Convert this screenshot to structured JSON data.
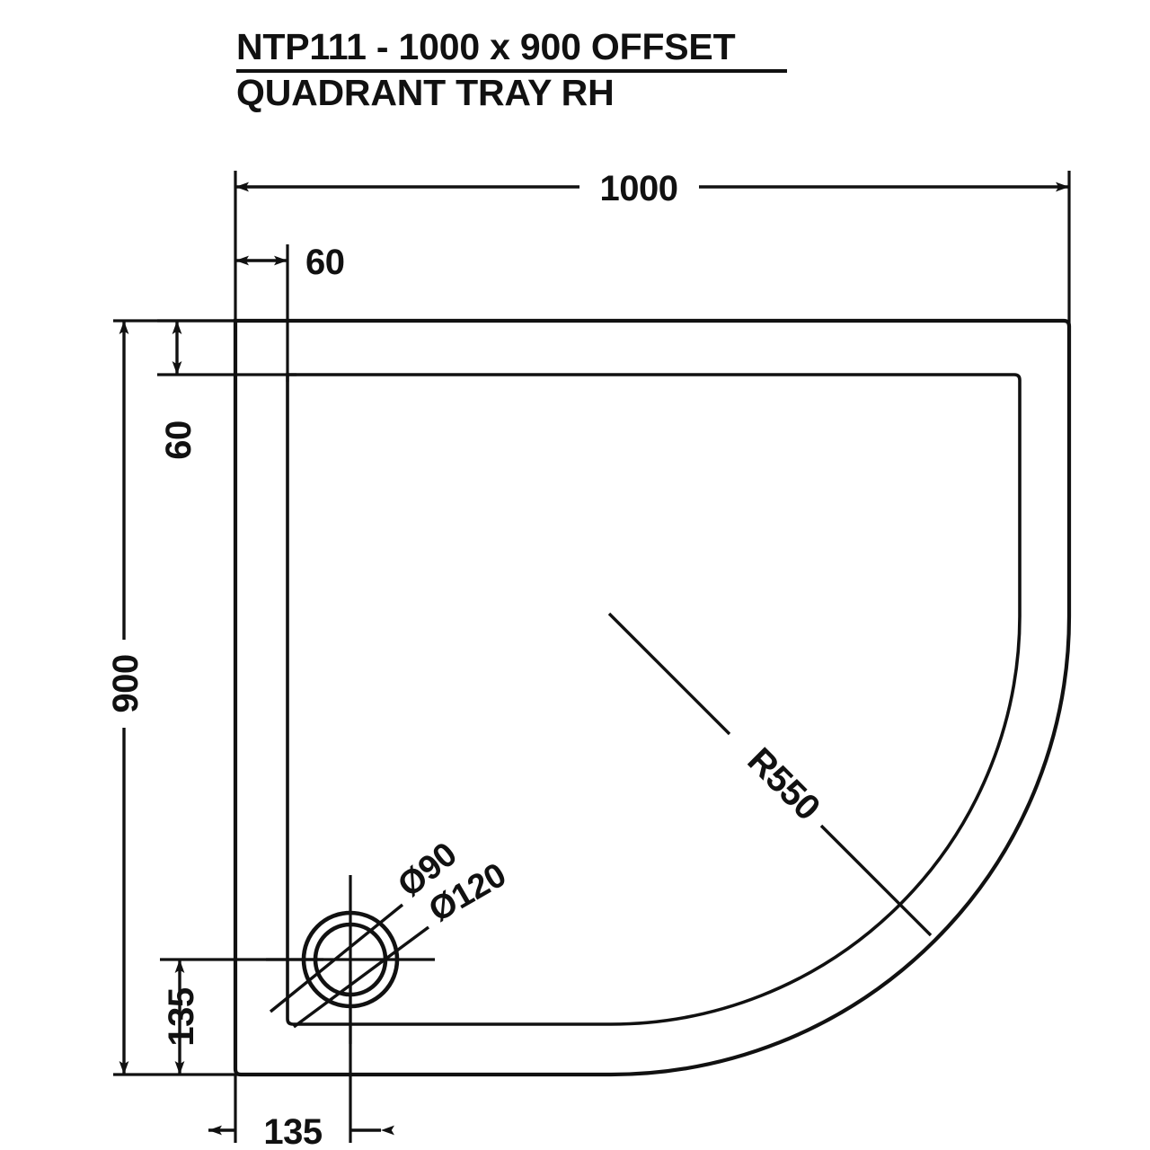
{
  "drawing": {
    "title_line1": "NTP111 - 1000 x 900 OFFSET",
    "title_line2": "QUADRANT TRAY RH",
    "line_color": "#111111",
    "background_color": "#ffffff",
    "dimensions": {
      "overall_width": "1000",
      "overall_height": "900",
      "lip_width_top": "60",
      "lip_width_left": "60",
      "waste_offset_vertical": "135",
      "waste_offset_horizontal": "135",
      "corner_radius": "R550",
      "waste_inner_diameter": "Ø90",
      "waste_outer_diameter": "Ø120"
    }
  }
}
